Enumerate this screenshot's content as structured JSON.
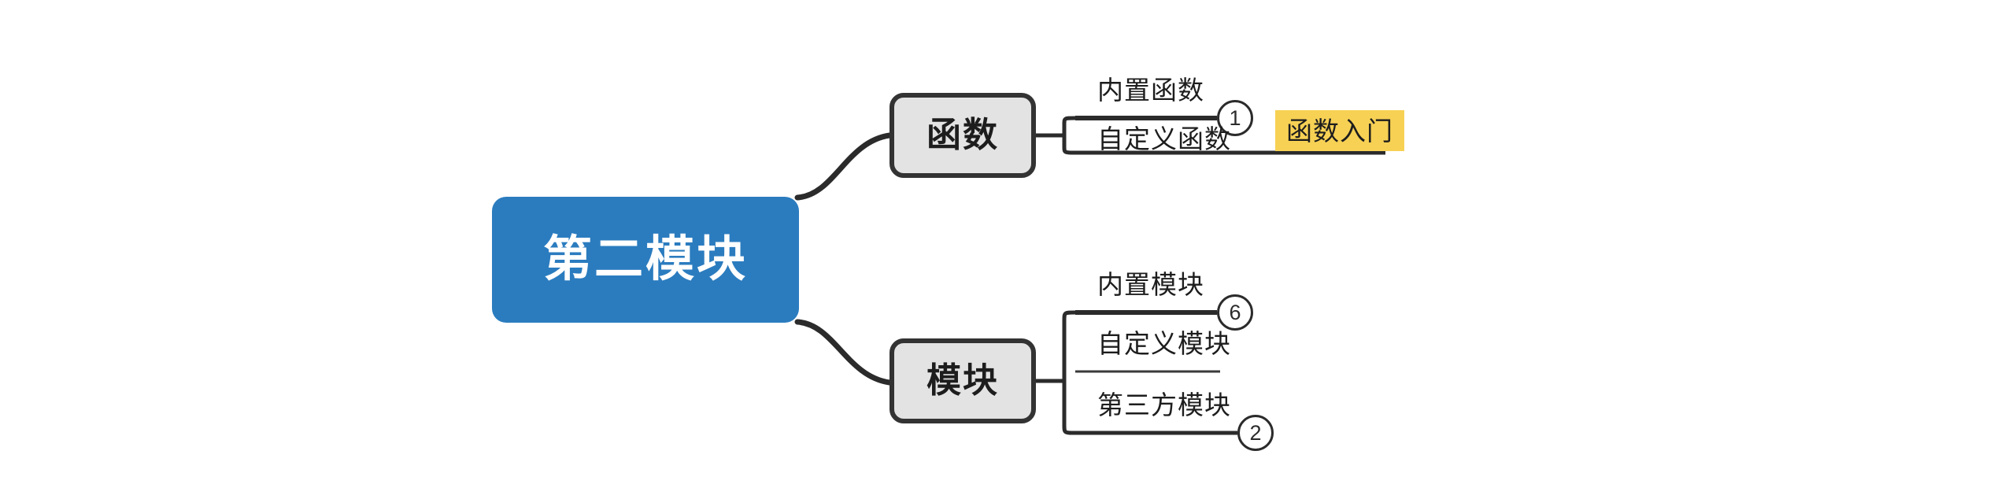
{
  "diagram": {
    "type": "mind-map",
    "background_color": "#ffffff",
    "root": {
      "label": "第二模块",
      "fill_color": "#2B7CBF",
      "text_color": "#ffffff"
    },
    "branches": [
      {
        "id": "functions",
        "label": "函数",
        "fill_color": "#E3E3E3",
        "border_color": "#333333",
        "children": [
          {
            "label": "内置函数",
            "badge": "1",
            "tag": null
          },
          {
            "label": "自定义函数",
            "badge": null,
            "tag": "函数入门"
          }
        ]
      },
      {
        "id": "modules",
        "label": "模块",
        "fill_color": "#E3E3E3",
        "border_color": "#333333",
        "children": [
          {
            "label": "内置模块",
            "badge": "6",
            "tag": null
          },
          {
            "label": "自定义模块",
            "badge": null,
            "tag": null
          },
          {
            "label": "第三方模块",
            "badge": "2",
            "tag": null
          }
        ]
      }
    ],
    "tags": [
      {
        "label": "函数入门",
        "background_color": "#F7D154",
        "text_color": "#1d1d1d"
      }
    ],
    "edge_color": "#2b2b2b",
    "badge_color": "#2b2b2b"
  }
}
